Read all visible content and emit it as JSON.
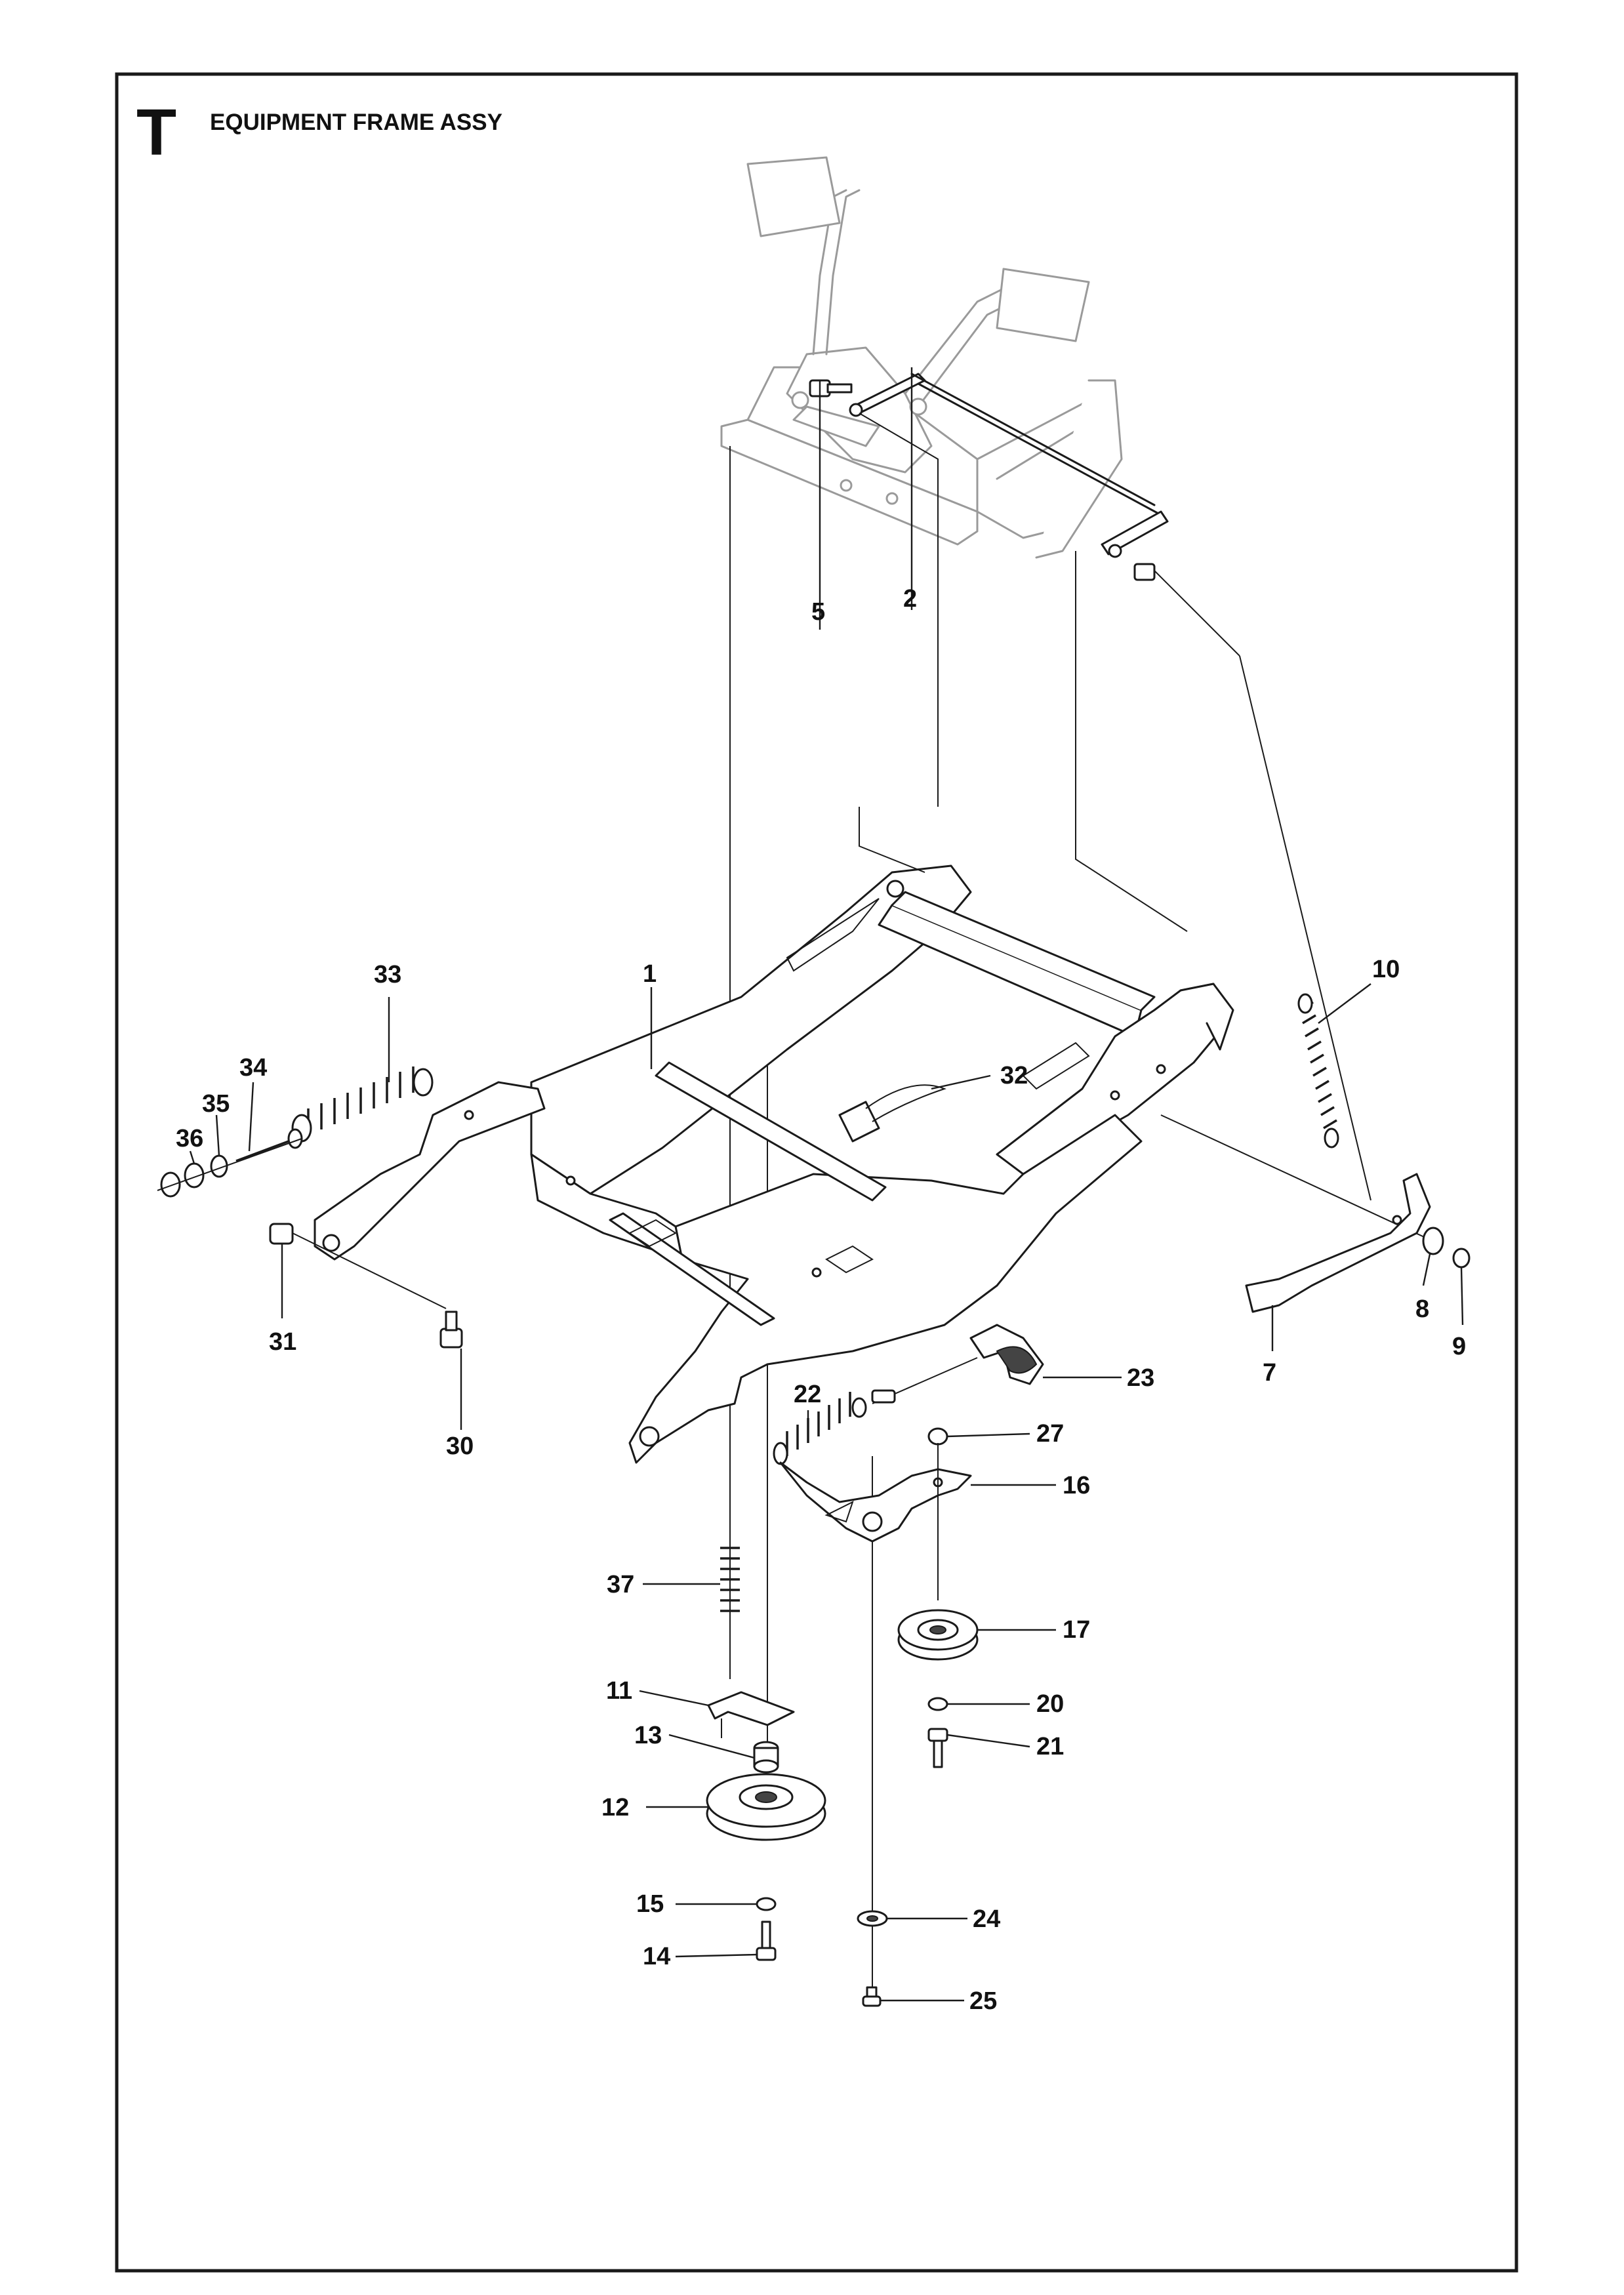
{
  "header": {
    "section_letter": "T",
    "title": "EQUIPMENT FRAME ASSY"
  },
  "callouts": {
    "c1": "1",
    "c2": "2",
    "c5": "5",
    "c7": "7",
    "c8": "8",
    "c9": "9",
    "c10": "10",
    "c11": "11",
    "c12": "12",
    "c13": "13",
    "c14": "14",
    "c15": "15",
    "c16": "16",
    "c17": "17",
    "c20": "20",
    "c21": "21",
    "c22": "22",
    "c23": "23",
    "c24": "24",
    "c25": "25",
    "c27": "27",
    "c30": "30",
    "c31": "31",
    "c32": "32",
    "c33": "33",
    "c34": "34",
    "c35": "35",
    "c36": "36",
    "c37": "37"
  }
}
